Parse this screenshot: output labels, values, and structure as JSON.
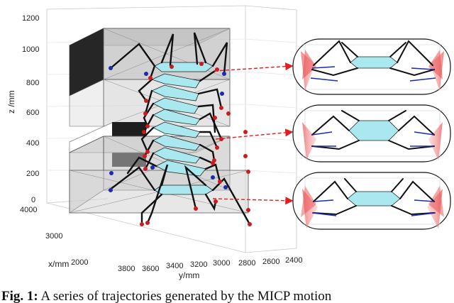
{
  "axes": {
    "z_label": "z /mm",
    "x_label": "x/mm",
    "y_label": "y/mm",
    "z_ticks": [
      "0",
      "200",
      "400",
      "600",
      "800",
      "1000",
      "1200"
    ],
    "x_ticks": [
      "2000",
      "3000",
      "4000"
    ],
    "y_ticks": [
      "3800",
      "3600",
      "3400",
      "3200",
      "3000",
      "2800",
      "2600",
      "2400"
    ]
  },
  "caption": {
    "prefix": "Fig. 1:",
    "text": " A series of trajectories generated by the MICP motion"
  },
  "colors": {
    "body": "#a8e8ee",
    "leg": "#111111",
    "foot_blue": "#1a2bb0",
    "foot_red": "#d21919",
    "arrow": "#e02020",
    "force": "#f08080",
    "wall": "#c8c8c8",
    "wall_dark": "#1e1e1e"
  },
  "icons": [
    "hexapod-robot-icon",
    "arrow-icon",
    "force-cone-icon"
  ]
}
